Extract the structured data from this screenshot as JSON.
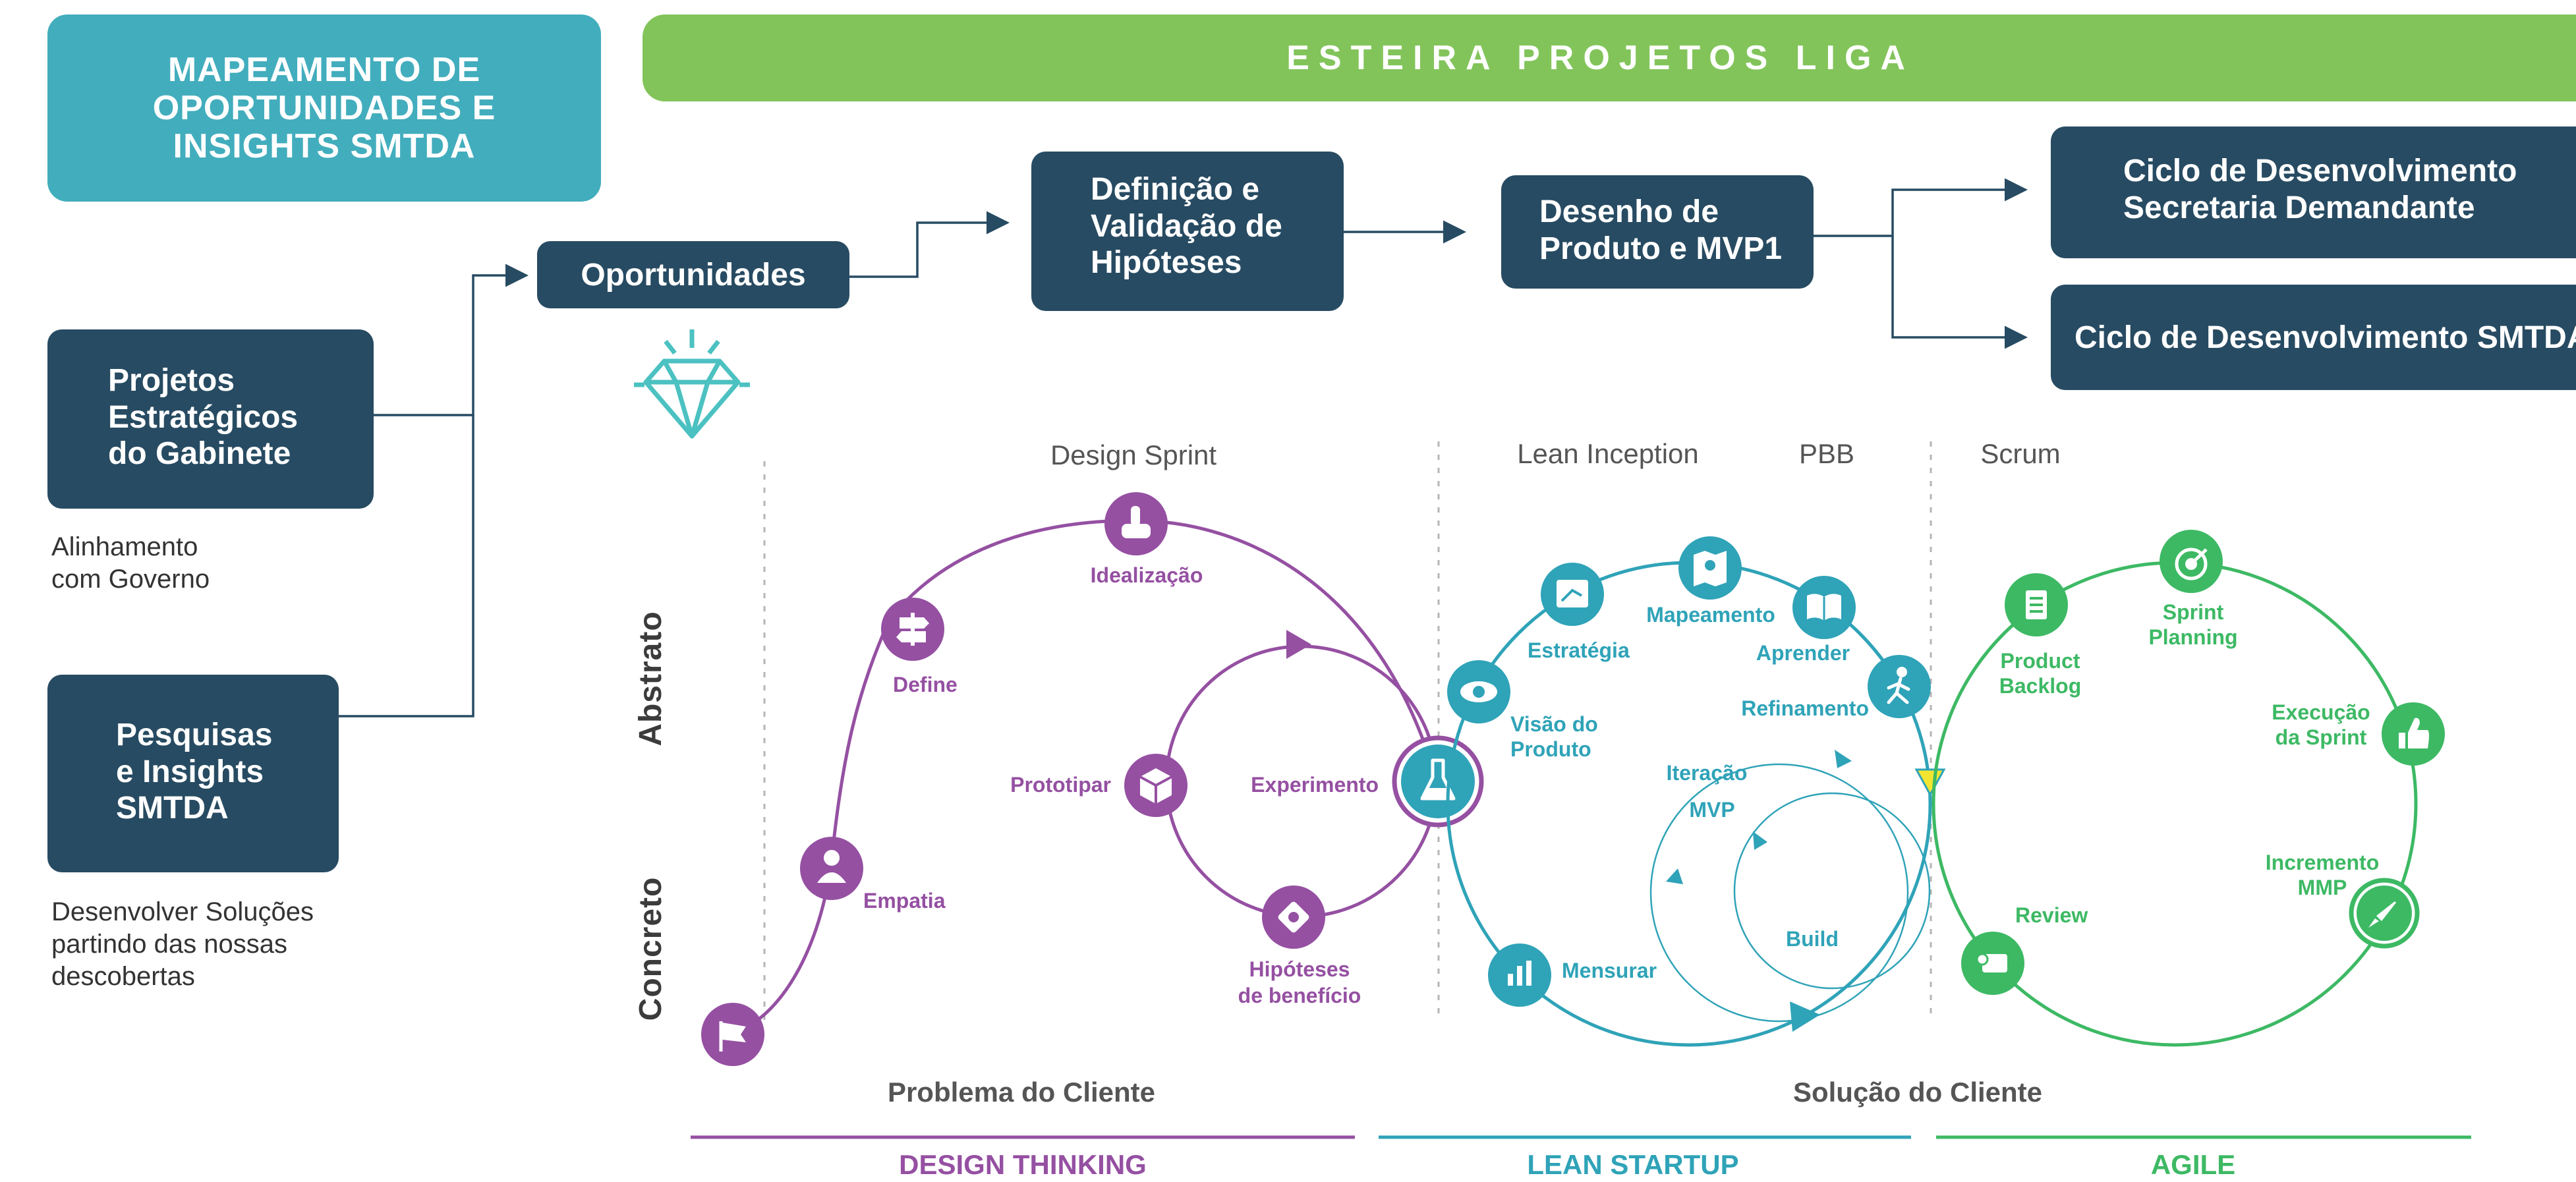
{
  "top_left_banner": "MAPEAMENTO DE\nOPORTUNIDADES E\nINSIGHTS SMTDA",
  "top_banner": "ESTEIRA PROJETOS LIGA",
  "sources": {
    "projetos": "Projetos\nEstratégicos\ndo Gabinete",
    "projetos_note": "Alinhamento\ncom Governo",
    "pesquisas": "Pesquisas\ne Insights\nSMTDA",
    "pesquisas_note": "Desenvolver Soluções\npartindo das nossas\ndescobertas"
  },
  "flow": {
    "oportunidades": "Oportunidades",
    "definicao": "Definição e\nValidação de\nHipóteses",
    "desenho": "Desenho de\nProduto e MVP1",
    "ciclo_secretaria": "Ciclo de Desenvolvimento\nSecretaria Demandante",
    "ciclo_smtda": "Ciclo de Desenvolvimento SMTDA"
  },
  "axis": {
    "abstrato": "Abstrato",
    "concreto": "Concreto"
  },
  "section_headers": {
    "design_sprint": "Design Sprint",
    "lean_inception": "Lean Inception",
    "pbb": "PBB",
    "scrum": "Scrum"
  },
  "design_thinking": {
    "empatia": "Empatia",
    "define": "Define",
    "idealizacao": "Idealização",
    "prototipar": "Prototipar",
    "experimento": "Experimento",
    "hipoteses_1": "Hipóteses",
    "hipoteses_2": "de benefício"
  },
  "lean_startup": {
    "estrategia": "Estratégia",
    "mapeamento": "Mapeamento",
    "aprender": "Aprender",
    "refinamento": "Refinamento",
    "visao_1": "Visão do",
    "visao_2": "Produto",
    "iteracao": "Iteração",
    "mvp": "MVP",
    "build": "Build",
    "mensurar": "Mensurar"
  },
  "agile": {
    "backlog_1": "Product",
    "backlog_2": "Backlog",
    "planning_1": "Sprint",
    "planning_2": "Planning",
    "execucao_1": "Execução",
    "execucao_2": "da Sprint",
    "incremento_1": "Incremento",
    "incremento_2": "MMP",
    "review": "Review"
  },
  "bottom": {
    "problema": "Problema do Cliente",
    "solucao": "Solução do Cliente",
    "design_thinking": "DESIGN THINKING",
    "lean_startup": "LEAN STARTUP",
    "agile": "AGILE"
  },
  "colors": {
    "navy": "#274b62",
    "teal": "#42adbd",
    "green": "#82c45a",
    "purple": "#9550a2",
    "lean": "#2fa3b8",
    "agile": "#3db964",
    "yellow": "#f2e531"
  }
}
